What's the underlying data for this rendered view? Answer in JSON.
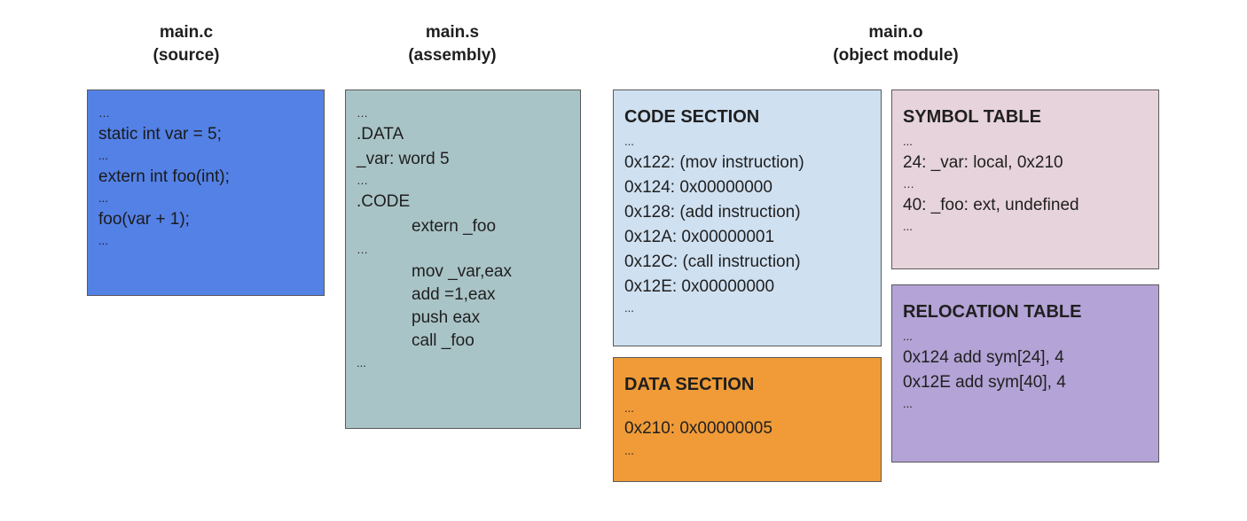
{
  "headers": {
    "source": {
      "name": "main.c",
      "sub": "(source)"
    },
    "assembly": {
      "name": "main.s",
      "sub": "(assembly)"
    },
    "object": {
      "name": "main.o",
      "sub": "(object module)"
    }
  },
  "source_box": {
    "color": "#5481e6",
    "lines": [
      "…",
      "static int var = 5;",
      "...",
      "extern int foo(int);",
      "...",
      "foo(var + 1);",
      "..."
    ]
  },
  "assembly_box": {
    "color": "#a9c4c7",
    "lines": [
      "…",
      ".DATA",
      "_var: word 5",
      "…",
      ".CODE",
      "extern _foo",
      "…",
      "mov _var,eax",
      "add =1,eax",
      "push eax",
      "call _foo",
      "..."
    ]
  },
  "code_section": {
    "color": "#cfe0f1",
    "title": "CODE SECTION",
    "lines": [
      "...",
      "0x122: (mov instruction)",
      "0x124: 0x00000000",
      "0x128: (add instruction)",
      "0x12A: 0x00000001",
      "0x12C: (call instruction)",
      "0x12E: 0x00000000",
      "..."
    ]
  },
  "data_section": {
    "color": "#f09b38",
    "title": "DATA SECTION",
    "lines": [
      "...",
      "0x210: 0x00000005",
      "..."
    ]
  },
  "symbol_table": {
    "color": "#e7d3db",
    "title": "SYMBOL TABLE",
    "lines": [
      "...",
      "24: _var: local, 0x210",
      "…",
      "40: _foo: ext, undefined",
      "..."
    ]
  },
  "relocation_table": {
    "color": "#b3a3d6",
    "title": "RELOCATION TABLE",
    "lines": [
      "...",
      "0x124 add sym[24], 4",
      "0x12E add sym[40], 4",
      "..."
    ]
  }
}
